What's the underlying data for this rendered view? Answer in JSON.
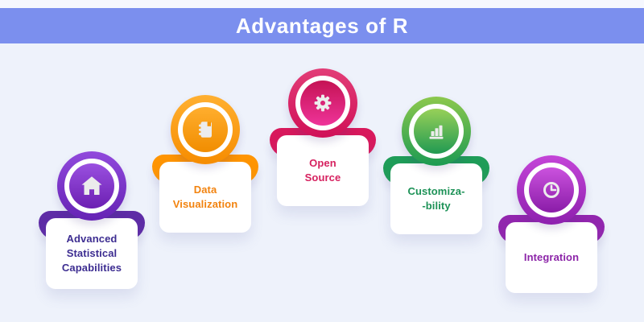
{
  "header": {
    "title": "Advantages of R",
    "bg_color": "#7b8fee",
    "text_color": "#ffffff"
  },
  "background": {
    "top_strip": "#f5f7fe",
    "content": "#eef2fb"
  },
  "cards": [
    {
      "label": "Advanced\nStatistical\nCapabilities",
      "icon": "home-icon",
      "colors": {
        "tab": "#5e2ca6",
        "ring_top": "#9149dc",
        "ring_bottom": "#6523b4",
        "inner_top": "#9a50e0",
        "inner_bottom": "#6c1fb2",
        "text": "#3d2d91"
      }
    },
    {
      "label": "Data\nVisualization",
      "icon": "notebook-icon",
      "colors": {
        "tab": "#ff9502",
        "ring_top": "#ffb031",
        "ring_bottom": "#f68c00",
        "inner_top": "#ffae2e",
        "inner_bottom": "#f18d00",
        "text": "#f2830f"
      }
    },
    {
      "label": "Open\nSource",
      "icon": "gear-icon",
      "colors": {
        "tab": "#d8195c",
        "ring_top": "#e23d77",
        "ring_bottom": "#d01057",
        "inner_top": "#c51354",
        "inner_bottom": "#ee3399",
        "text": "#d6215f"
      }
    },
    {
      "label": "Customiza-\n-bility",
      "icon": "bar-chart-icon",
      "colors": {
        "tab": "#1f9d58",
        "ring_top": "#8cc84d",
        "ring_bottom": "#1d9b52",
        "inner_top": "#98d058",
        "inner_bottom": "#219a52",
        "text": "#1d9257"
      }
    },
    {
      "label": "Integration",
      "icon": "clock-icon",
      "colors": {
        "tab": "#9226ae",
        "ring_top": "#c445d8",
        "ring_bottom": "#8e20ae",
        "inner_top": "#cb52de",
        "inner_bottom": "#8a1ca8",
        "text": "#8c25a8"
      }
    }
  ]
}
